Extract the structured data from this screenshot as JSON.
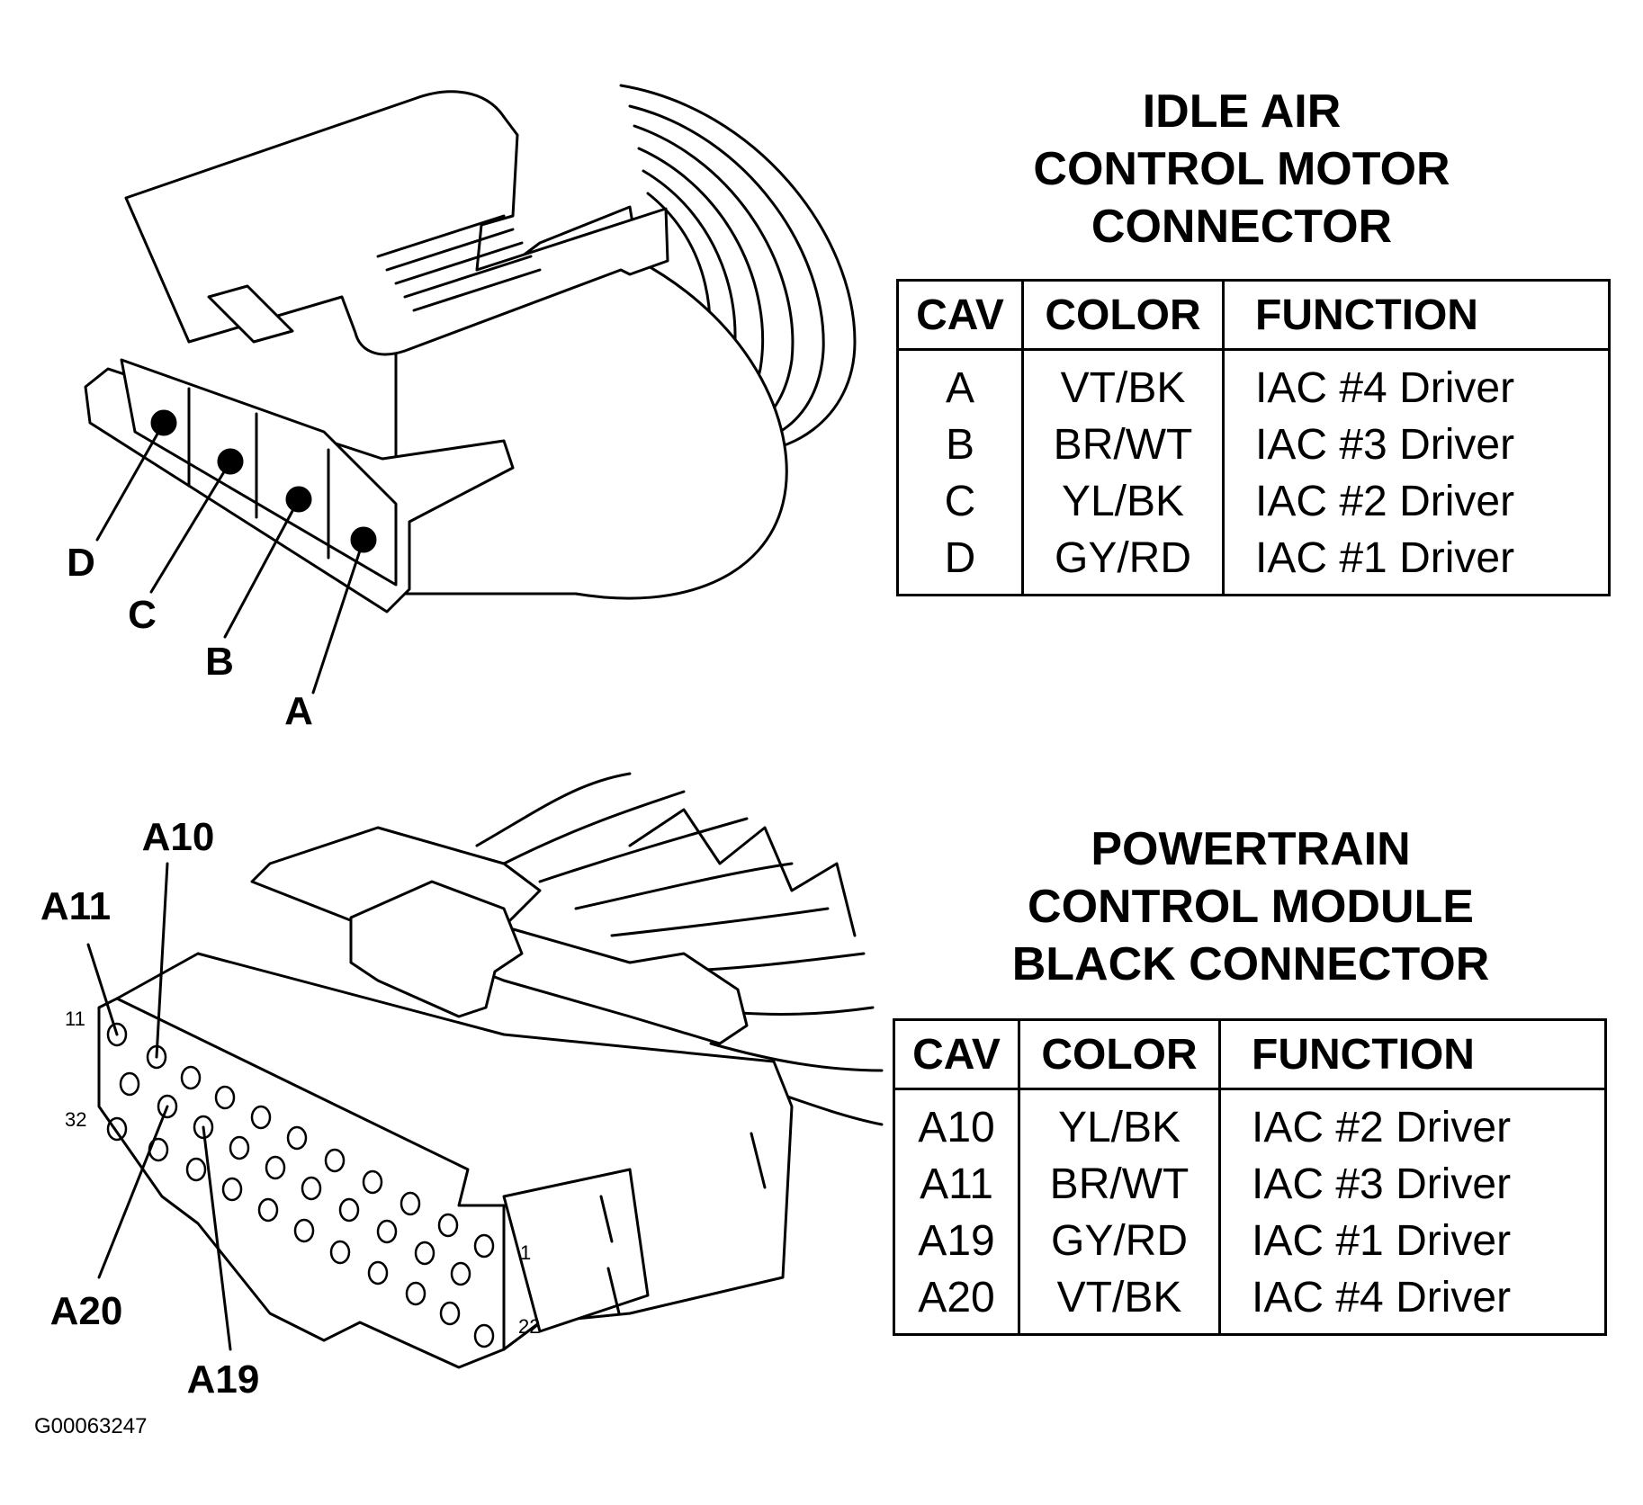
{
  "iac_connector": {
    "title_lines": [
      "IDLE AIR",
      "CONTROL MOTOR",
      "CONNECTOR"
    ],
    "headers": [
      "CAV",
      "COLOR",
      "FUNCTION"
    ],
    "rows": [
      {
        "cav": "A",
        "color": "VT/BK",
        "function": "IAC #4 Driver"
      },
      {
        "cav": "B",
        "color": "BR/WT",
        "function": "IAC #3 Driver"
      },
      {
        "cav": "C",
        "color": "YL/BK",
        "function": "IAC #2 Driver"
      },
      {
        "cav": "D",
        "color": "GY/RD",
        "function": "IAC #1 Driver"
      }
    ],
    "pin_labels": {
      "a": "A",
      "b": "B",
      "c": "C",
      "d": "D"
    }
  },
  "pcm_connector": {
    "title_lines": [
      "POWERTRAIN",
      "CONTROL MODULE",
      "BLACK CONNECTOR"
    ],
    "headers": [
      "CAV",
      "COLOR",
      "FUNCTION"
    ],
    "rows": [
      {
        "cav": "A10",
        "color": "YL/BK",
        "function": "IAC #2 Driver"
      },
      {
        "cav": "A11",
        "color": "BR/WT",
        "function": "IAC #3 Driver"
      },
      {
        "cav": "A19",
        "color": "GY/RD",
        "function": "IAC #1 Driver"
      },
      {
        "cav": "A20",
        "color": "VT/BK",
        "function": "IAC #4 Driver"
      }
    ],
    "pin_labels": {
      "a10": "A10",
      "a11": "A11",
      "a19": "A19",
      "a20": "A20"
    },
    "cavity_numbers": {
      "n11": "11",
      "n32": "32",
      "n1": "1",
      "n22": "22"
    }
  },
  "figure_id": "G00063247"
}
